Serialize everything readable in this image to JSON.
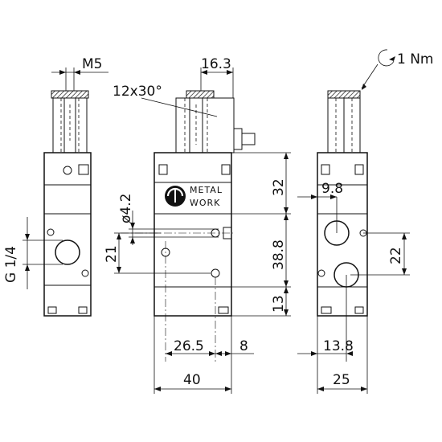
{
  "labels": {
    "thread_m5": "M5",
    "width_16_3": "16.3",
    "angle": "12x30°",
    "torque": "1 Nm",
    "port_g14": "G 1/4",
    "hole_dia": "ø4.2",
    "height_32": "32",
    "height_38_8": "38.8",
    "height_13": "13",
    "offset_21": "21",
    "offset_22": "22",
    "offset_9_8": "9.8",
    "offset_26_5": "26.5",
    "offset_8": "8",
    "width_40": "40",
    "offset_13_8": "13.8",
    "width_25": "25"
  },
  "logo": {
    "line1": "METAL",
    "line2": "WORK"
  }
}
